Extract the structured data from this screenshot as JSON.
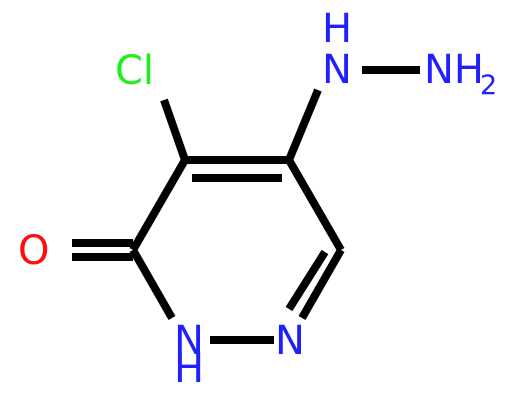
{
  "colors": {
    "carbon_bond": "#000000",
    "chlorine": "#1fef1f",
    "oxygen": "#ff0d0d",
    "nitrogen": "#2020ff"
  },
  "atoms": {
    "cl": "Cl",
    "o": "O",
    "n_ring": "N",
    "nh_ring_h": "H",
    "nh_ring_n": "N",
    "hydrazine_nh_n": "N",
    "hydrazine_nh_h": "H",
    "hydrazine_nh2_n": "NH",
    "hydrazine_nh2_sub": "2"
  }
}
